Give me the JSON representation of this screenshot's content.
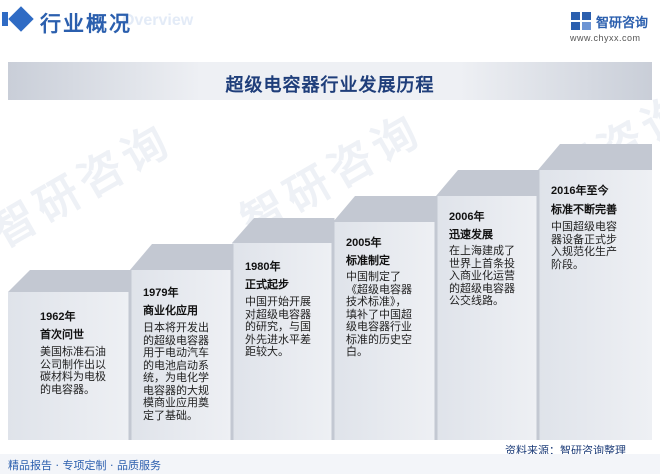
{
  "header": {
    "title": "行业概况",
    "title_en": "Overview",
    "brand_name": "智研咨询",
    "brand_url": "www.chyxx.com"
  },
  "main": {
    "chart_title": "超级电容器行业发展历程"
  },
  "steps": [
    {
      "year": "1962年",
      "title": "首次问世",
      "lines": [
        "美国标准石油",
        "公司制作出以",
        "碳材料为电极",
        "的电容器。"
      ]
    },
    {
      "year": "1979年",
      "title": "商业化应用",
      "lines": [
        "日本将开发出",
        "的超级电容器",
        "用于电动汽车",
        "的电池启动系",
        "统，为电化学",
        "电容器的大规",
        "模商业应用奠",
        "定了基础。"
      ]
    },
    {
      "year": "1980年",
      "title": "正式起步",
      "lines": [
        "中国开始开展",
        "对超级电容器",
        "的研究，与国",
        "外先进水平差",
        "距较大。"
      ]
    },
    {
      "year": "2005年",
      "title": "标准制定",
      "lines": [
        "中国制定了",
        "《超级电容器",
        "技术标准》，",
        "填补了中国超",
        "级电容器行业",
        "标准的历史空",
        "白。"
      ]
    },
    {
      "year": "2006年",
      "title": "迅速发展",
      "lines": [
        "在上海建成了",
        "世界上首条投",
        "入商业化运营",
        "的超级电容器",
        "公交线路。"
      ]
    },
    {
      "year": "2016年至今",
      "title": "标准不断完善",
      "lines": [
        "中国超级电容",
        "器设备正式步",
        "入规范化生产",
        "阶段。"
      ]
    }
  ],
  "footer": {
    "source": "资料来源：智研咨询整理",
    "tagline": "精品报告 · 专项定制 · 品质服务"
  },
  "colors": {
    "accent": "#2f6bc4",
    "step_bg": "#e6e9ef",
    "step_edge": "#c3c8d2"
  }
}
